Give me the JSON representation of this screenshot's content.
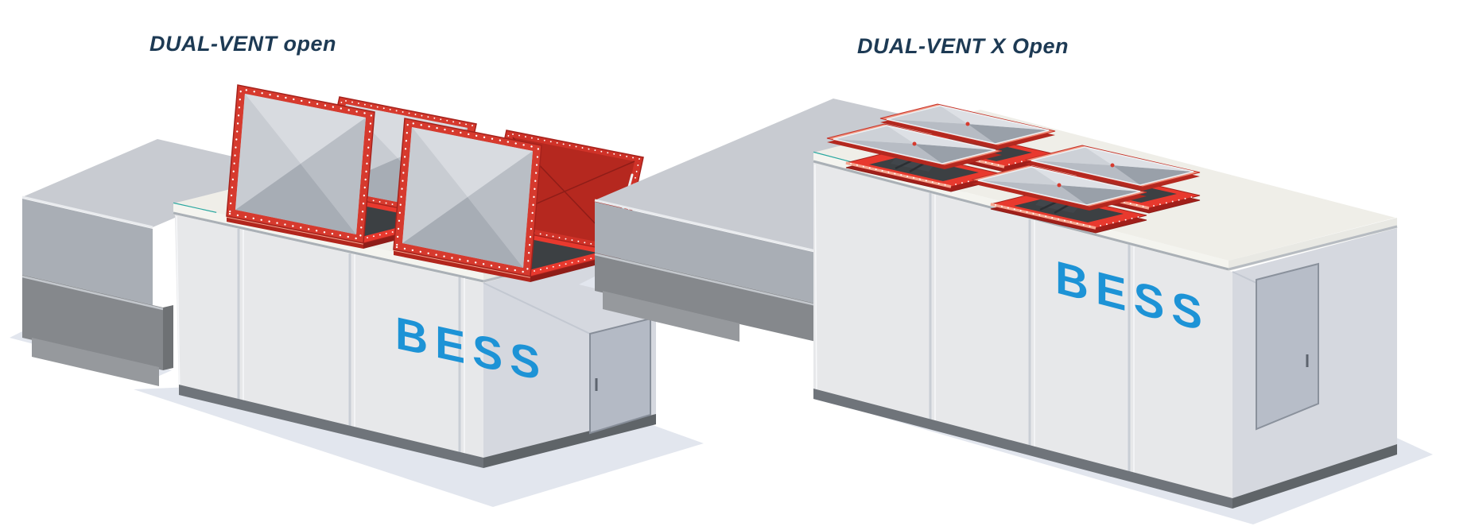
{
  "figure": {
    "background": "#ffffff",
    "panels": [
      {
        "id": "left",
        "title": "DUAL-VENT open",
        "container_label": "BESS",
        "vent_style": "open-hinged-hatches"
      },
      {
        "id": "right",
        "title": "DUAL-VENT X Open",
        "container_label": "BESS",
        "vent_style": "raised-flat-x-lids"
      }
    ],
    "colors": {
      "title_navy": "#1d3a54",
      "bess_blue": "#1d93d6",
      "vent_red": "#d63a2e",
      "vent_red_bright": "#e8392e",
      "vent_red_dark": "#a5221c",
      "vent_salmon": "#f4a28e",
      "opening_dark": "#3c4043",
      "container_wall": "#e7e8ea",
      "container_end_wall": "#d5d8df",
      "roof": "#efeee8",
      "gray_unit_face": "#a9aeb5",
      "gray_unit_top": "#c8cbd1",
      "base_rail": "#6f747a",
      "shadow": "#e2e6ee",
      "teal_accent": "#2aa8a0"
    }
  }
}
